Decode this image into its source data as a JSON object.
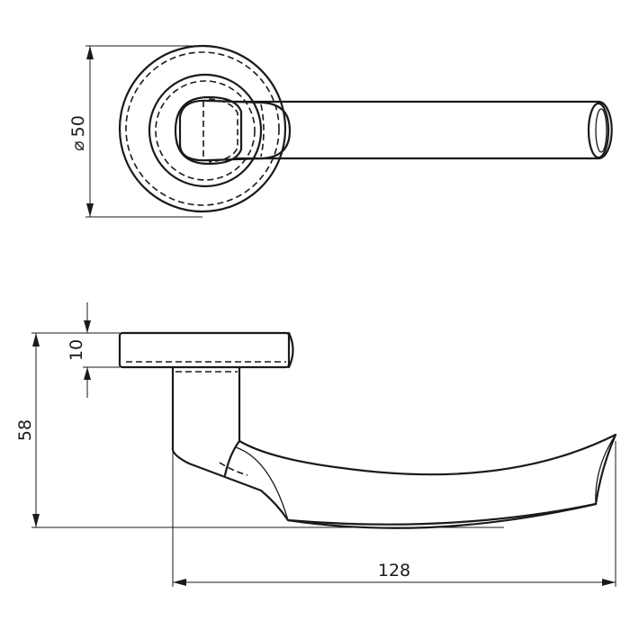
{
  "drawing": {
    "dimensions": {
      "rose_diameter": "50",
      "diameter_symbol": "⌀",
      "rose_thickness": "10",
      "total_height": "58",
      "projection": "128"
    }
  }
}
